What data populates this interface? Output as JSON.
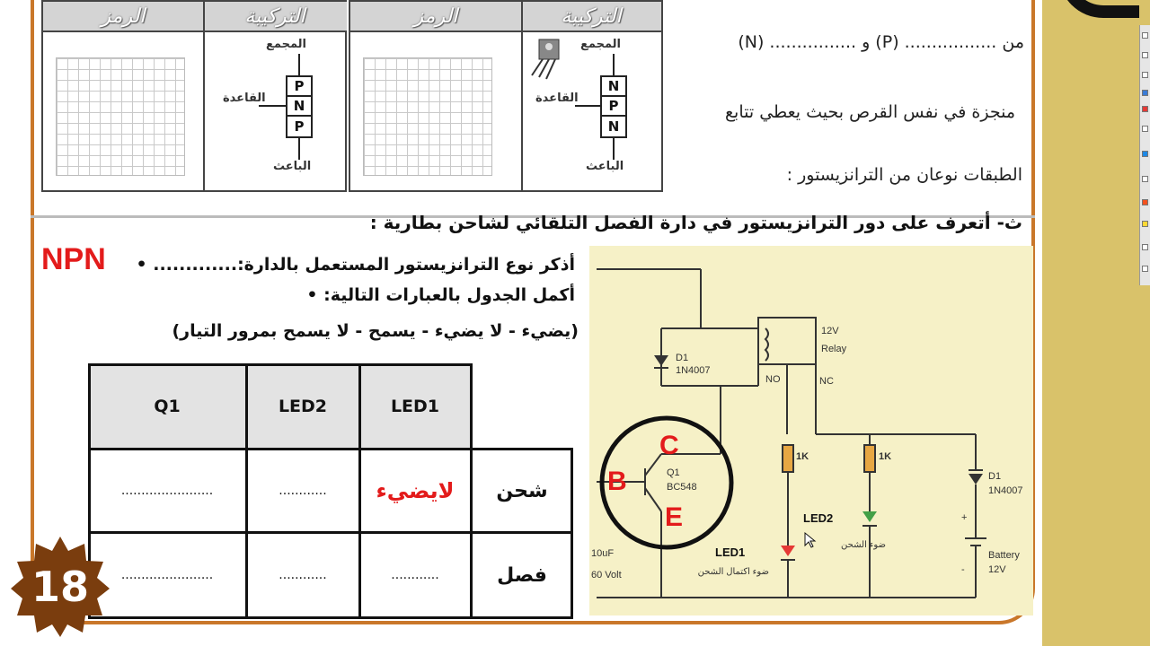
{
  "structure_tables": {
    "header_symbol": "الرمز",
    "header_structure": "التركيبة",
    "pnp": {
      "collector": "المجمع",
      "base": "القاعدة",
      "emitter": "الباعث",
      "layers": [
        "P",
        "N",
        "P"
      ]
    },
    "npn": {
      "collector": "المجمع",
      "base": "القاعدة",
      "emitter": "الباعث",
      "layers": [
        "N",
        "P",
        "N"
      ]
    }
  },
  "right_text": {
    "line1": "من ................. (P) و ................ (N)",
    "line2": "منجزة في نفس القرص بحيث يعطي تتابع",
    "line3": "الطبقات نوعان من الترانزيستور :"
  },
  "section_title": "ث- أتعرف على دور الترانزيستور في دارة الفصل التلقائي لشاحن بطارية :",
  "bullets": [
    "أذكر نوع الترانزيستور المستعمل بالدارة:.............",
    "أكمل الجدول بالعبارات التالية:"
  ],
  "handwritten_answer": "NPN",
  "phrases": "(يضيء - لا يضيء - يسمح - لا يسمح بمرور التيار)",
  "table": {
    "headers": [
      "Q1",
      "LED2",
      "LED1"
    ],
    "rows": [
      {
        "label": "شحن",
        "q1": ".......................",
        "led2": "............",
        "led1": "لايضيء"
      },
      {
        "label": "فصل",
        "q1": ".......................",
        "led2": "............",
        "led1": "............"
      }
    ]
  },
  "circuit": {
    "relay_label": "12V",
    "relay_label2": "Relay",
    "d1_top": "D1",
    "d1_top_part": "1N4007",
    "no": "NO",
    "nc": "NC",
    "q1": "Q1",
    "q1_part": "BC548",
    "res1": "1K",
    "res2": "1K",
    "d1_right": "D1",
    "d1_right_part": "1N4007",
    "led2": "LED2",
    "led1": "LED1",
    "cap_value": "10uF",
    "cap_voltage": "60 Volt",
    "battery": "Battery",
    "battery_voltage": "12V",
    "led1_desc": "ضوء اكتمال الشحن",
    "led2_desc": "ضوء الشحن",
    "hand_b": "B",
    "hand_c": "C",
    "hand_e": "E",
    "plus": "+",
    "minus": "-"
  },
  "page_number": "18",
  "colors": {
    "frame": "#c9772a",
    "handwriting": "#e31b1b",
    "circuit_bg": "#f6f1c7",
    "side_panel": "#d9c26a"
  }
}
